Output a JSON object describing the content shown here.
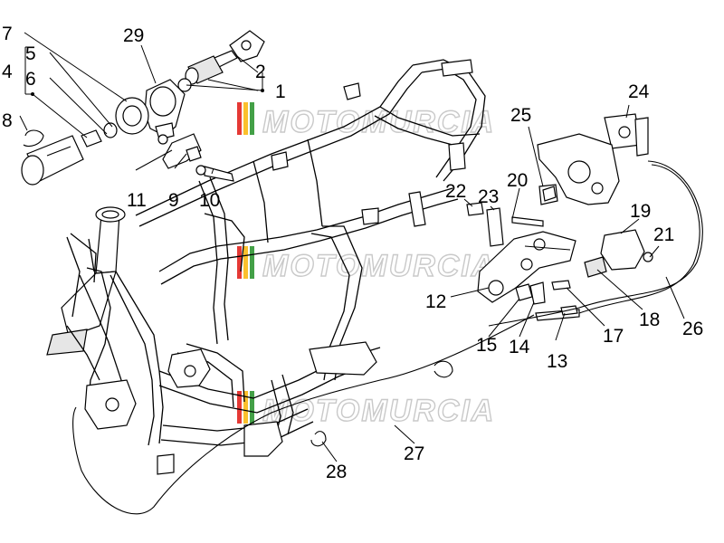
{
  "watermark": {
    "text": "MOTOMURCIA",
    "stripe_colors": [
      "#e53935",
      "#fbc02d",
      "#43a047"
    ]
  },
  "callouts": {
    "c1": "1",
    "c2": "2",
    "c4": "4",
    "c5": "5",
    "c6": "6",
    "c7": "7",
    "c8": "8",
    "c9": "9",
    "c10": "10",
    "c11": "11",
    "c12": "12",
    "c13": "13",
    "c14": "14",
    "c15": "15",
    "c17": "17",
    "c18": "18",
    "c19": "19",
    "c20": "20",
    "c21": "21",
    "c22": "22",
    "c23": "23",
    "c24": "24",
    "c25": "25",
    "c26": "26",
    "c27": "27",
    "c28": "28",
    "c29": "29"
  }
}
